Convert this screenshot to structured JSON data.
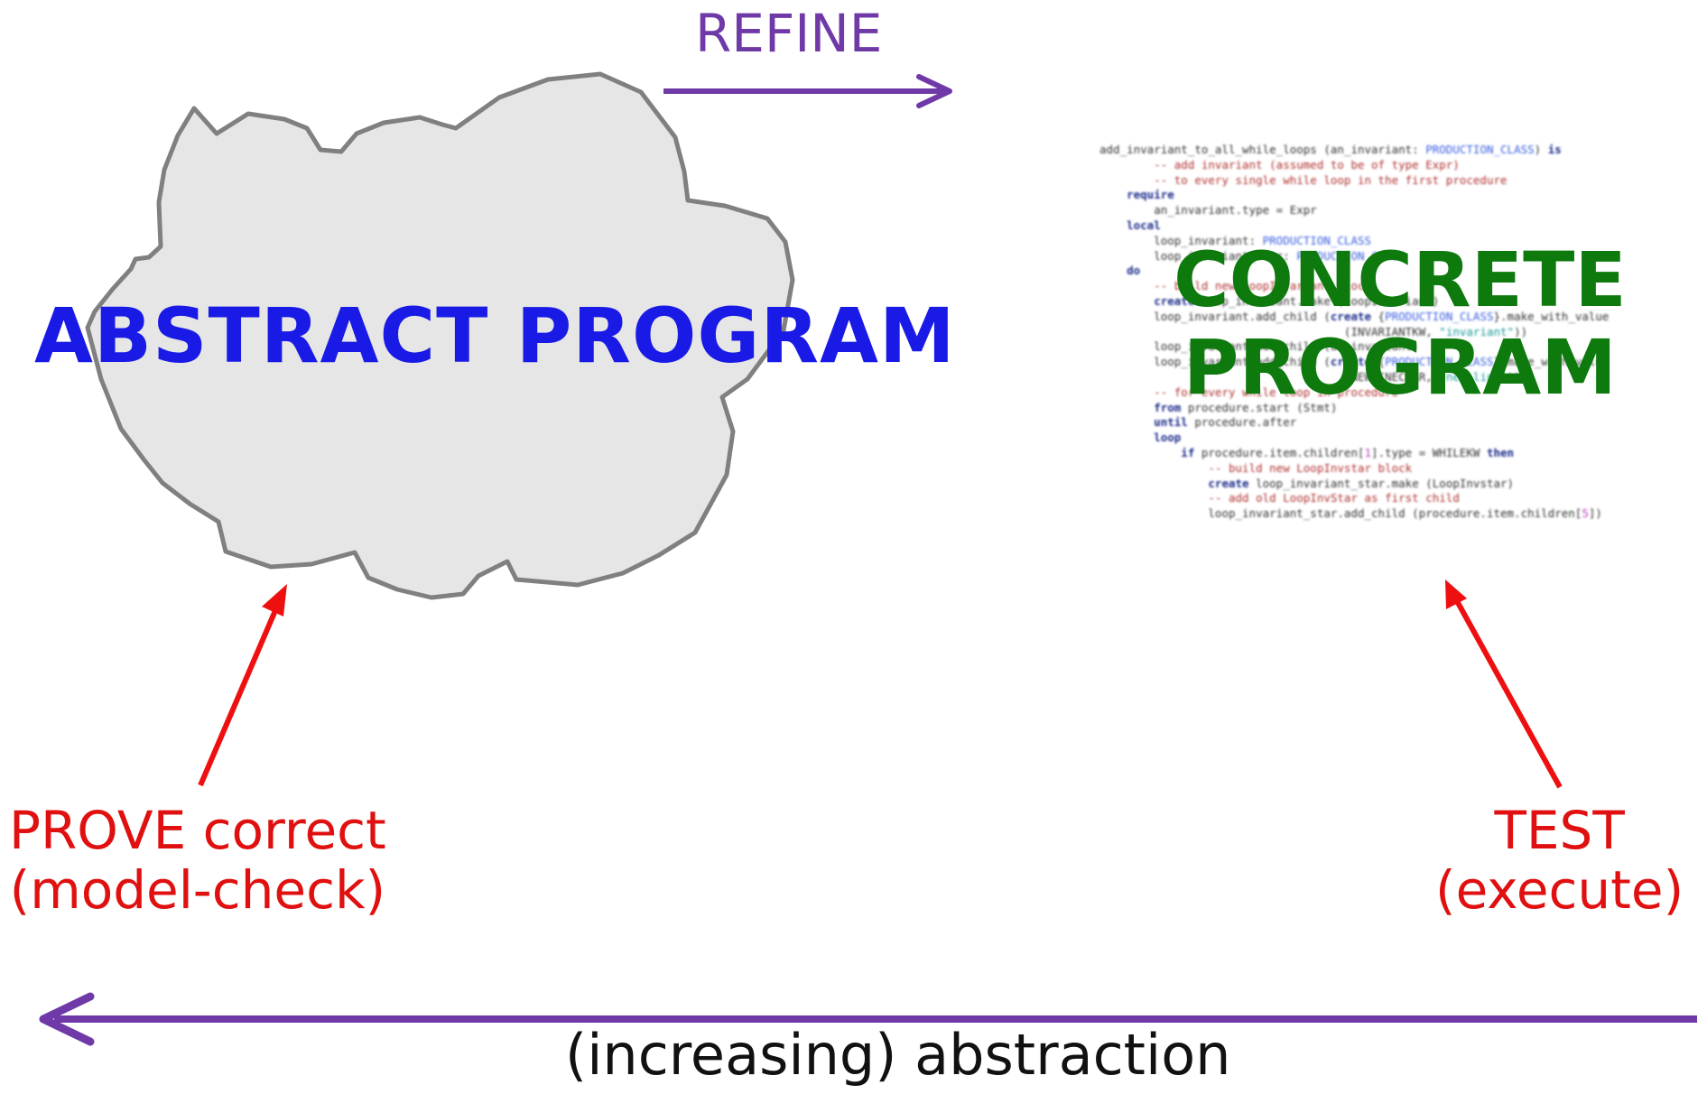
{
  "refine_label": "REFINE",
  "abstract_label": "ABSTRACT PROGRAM",
  "concrete_label_line1": "CONCRETE",
  "concrete_label_line2": "PROGRAM",
  "prove_label_line1": "PROVE correct",
  "prove_label_line2": "(model-check)",
  "test_label_line1": "TEST",
  "test_label_line2": "(execute)",
  "abstraction_label": "(increasing) abstraction",
  "colors": {
    "refine_arrow": "#6f3aa8",
    "abstraction_arrow": "#6f3aa8",
    "prove_test_arrows": "#ee1010",
    "cloud_fill": "#e6e6e6",
    "cloud_stroke": "#808080",
    "abstract_text": "#1a1ae6",
    "concrete_text": "#0e7a0e"
  },
  "code_lines": [
    [
      {
        "t": "add_invariant_to_all_while_loops (an_invariant: "
      },
      {
        "t": "PRODUCTION_CLASS",
        "c": "ty"
      },
      {
        "t": ") "
      },
      {
        "t": "is",
        "c": "kw"
      }
    ],
    [
      {
        "t": "        -- add invariant (assumed to be of type Expr)",
        "c": "cm"
      }
    ],
    [
      {
        "t": "        -- to every single while loop in the first procedure",
        "c": "cm"
      }
    ],
    [
      {
        "t": "    require",
        "c": "kw"
      }
    ],
    [
      {
        "t": "        an_invariant.type = Expr"
      }
    ],
    [
      {
        "t": "    local",
        "c": "kw"
      }
    ],
    [
      {
        "t": "        loop_invariant: "
      },
      {
        "t": "PRODUCTION_CLASS",
        "c": "ty"
      }
    ],
    [
      {
        "t": "        loop_invariant_star: "
      },
      {
        "t": "PRODUCTION_CLASS",
        "c": "ty"
      }
    ],
    [
      {
        "t": "    do",
        "c": "kw"
      }
    ],
    [
      {
        "t": "        -- build new LoopInvariant block",
        "c": "cm"
      }
    ],
    [
      {
        "t": "        create",
        "c": "kw"
      },
      {
        "t": " loop_invariant.make (LoopInvariant)"
      }
    ],
    [
      {
        "t": "        loop_invariant.add_child ("
      },
      {
        "t": "create",
        "c": "kw"
      },
      {
        "t": " {"
      },
      {
        "t": "PRODUCTION_CLASS",
        "c": "ty"
      },
      {
        "t": "}.make_with_value"
      }
    ],
    [
      {
        "t": "                                    (INVARIANTKW, "
      },
      {
        "t": "\"invariant\"",
        "c": "st"
      },
      {
        "t": "))"
      }
    ],
    [
      {
        "t": "        loop_invariant.add_child (an_invariant)"
      }
    ],
    [
      {
        "t": "        loop_invariant.add_child ("
      },
      {
        "t": "create",
        "c": "kw"
      },
      {
        "t": " {"
      },
      {
        "t": "PRODUCTION_CLASS",
        "c": "ty"
      },
      {
        "t": "}.make_with_value"
      }
    ],
    [
      {
        "t": "                                    (NEWLINECHAR, "
      },
      {
        "t": "\"new_line\"",
        "c": "st"
      },
      {
        "t": "))"
      }
    ],
    [
      {
        "t": "        -- for every while loop in procedure",
        "c": "cm"
      }
    ],
    [
      {
        "t": "        from",
        "c": "kw"
      },
      {
        "t": " procedure.start (Stmt)"
      }
    ],
    [
      {
        "t": "        until",
        "c": "kw"
      },
      {
        "t": " procedure.after"
      }
    ],
    [
      {
        "t": "        loop",
        "c": "kw"
      }
    ],
    [
      {
        "t": "            if",
        "c": "kw"
      },
      {
        "t": " procedure.item.children["
      },
      {
        "t": "1",
        "c": "nm"
      },
      {
        "t": "].type = WHILEKW "
      },
      {
        "t": "then",
        "c": "kw"
      }
    ],
    [
      {
        "t": "                -- build new LoopInvstar block",
        "c": "cm"
      }
    ],
    [
      {
        "t": "                create",
        "c": "kw"
      },
      {
        "t": " loop_invariant_star.make (LoopInvstar)"
      }
    ],
    [
      {
        "t": "                -- add old LoopInvStar as first child",
        "c": "cm"
      }
    ],
    [
      {
        "t": "                loop_invariant_star.add_child (procedure.item.children["
      },
      {
        "t": "5",
        "c": "nm"
      },
      {
        "t": "])"
      }
    ]
  ]
}
